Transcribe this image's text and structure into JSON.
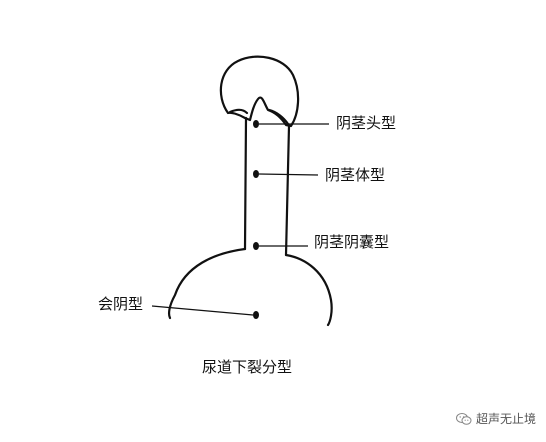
{
  "labels": {
    "glans": "阴茎头型",
    "penile": "阴茎体型",
    "penoscrotal": "阴茎阴囊型",
    "perineal": "会阴型"
  },
  "caption": "尿道下裂分型",
  "watermark": "超声无止境",
  "icons": {
    "watermark": "wechat-icon"
  },
  "colors": {
    "line": "#111111",
    "text": "#111111"
  }
}
